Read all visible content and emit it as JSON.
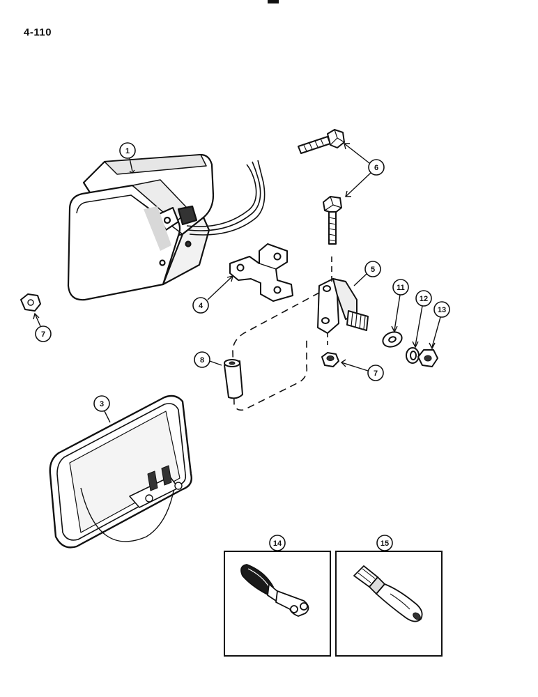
{
  "page": {
    "number": "4-110"
  },
  "callouts": [
    {
      "id": "lamp-housing",
      "label": "1"
    },
    {
      "id": "sealed-beam",
      "label": "3"
    },
    {
      "id": "mounting-bracket",
      "label": "4"
    },
    {
      "id": "swivel-bracket",
      "label": "5"
    },
    {
      "id": "bolts",
      "label": "6"
    },
    {
      "id": "nut-left",
      "label": "7"
    },
    {
      "id": "nut-lower",
      "label": "7"
    },
    {
      "id": "spacer",
      "label": "8"
    },
    {
      "id": "flat-washer",
      "label": "11"
    },
    {
      "id": "lock-washer",
      "label": "12"
    },
    {
      "id": "hex-nut",
      "label": "13"
    },
    {
      "id": "female-terminal",
      "label": "14"
    },
    {
      "id": "bullet-terminal",
      "label": "15"
    }
  ]
}
